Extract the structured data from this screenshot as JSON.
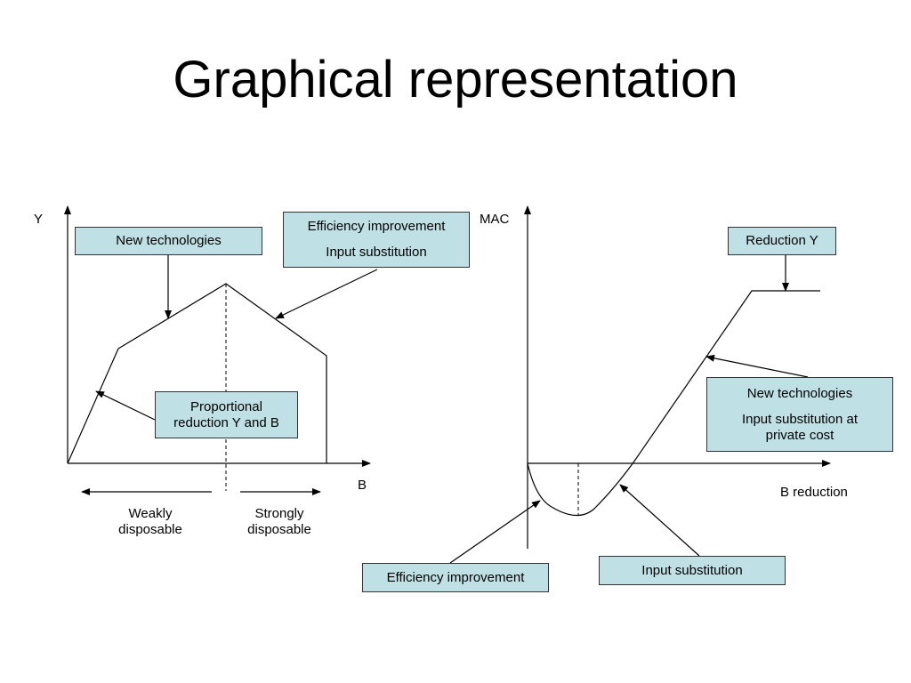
{
  "title": "Graphical representation",
  "left": {
    "y_axis_label": "Y",
    "x_axis_label": "B",
    "box_new_technologies": "New technologies",
    "box_efficiency_line1": "Efficiency improvement",
    "box_efficiency_line2": "Input substitution",
    "box_proportional_line1": "Proportional",
    "box_proportional_line2": "reduction Y and B",
    "weakly_line1": "Weakly",
    "weakly_line2": "disposable",
    "strongly_line1": "Strongly",
    "strongly_line2": "disposable"
  },
  "right": {
    "y_axis_label": "MAC",
    "x_axis_label": "B reduction",
    "box_reduction_y": "Reduction Y",
    "box_newtech_line1": "New technologies",
    "box_newtech_line2": "Input substitution at",
    "box_newtech_line3": "private cost",
    "box_efficiency": "Efficiency improvement",
    "box_input_substitution": "Input substitution"
  },
  "colors": {
    "box_fill": "#bfe0e4",
    "line": "#000000"
  }
}
